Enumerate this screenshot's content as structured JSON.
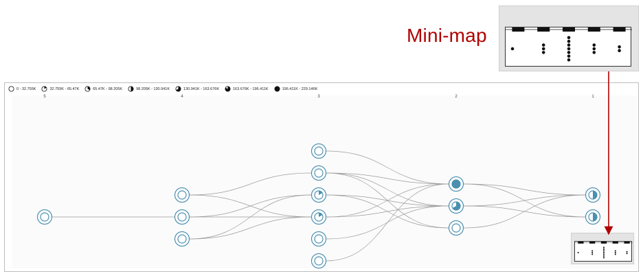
{
  "callout": {
    "title": "Mini-map"
  },
  "legend": [
    {
      "label": "0 - 32.755K",
      "fill": 0
    },
    {
      "label": "32.755K - 65.47K",
      "fill": 0.17
    },
    {
      "label": "65.47K - 98.205K",
      "fill": 0.33
    },
    {
      "label": "98.205K - 130.941K",
      "fill": 0.5
    },
    {
      "label": "130.941K - 163.676K",
      "fill": 0.67
    },
    {
      "label": "163.676K - 196.411K",
      "fill": 0.83
    },
    {
      "label": "196.411K - 229.146K",
      "fill": 1
    }
  ],
  "columns": [
    "5",
    "4",
    "3",
    "2",
    "1"
  ],
  "nodes": [
    {
      "id": "c5n1",
      "col": 0,
      "row": 2,
      "fill": 0
    },
    {
      "id": "c4n1",
      "col": 1,
      "row": 1,
      "fill": 0
    },
    {
      "id": "c4n2",
      "col": 1,
      "row": 2,
      "fill": 0
    },
    {
      "id": "c4n3",
      "col": 1,
      "row": 3,
      "fill": 0
    },
    {
      "id": "c3n1",
      "col": 2,
      "row": -1,
      "fill": 0
    },
    {
      "id": "c3n2",
      "col": 2,
      "row": 0,
      "fill": 0
    },
    {
      "id": "c3n3",
      "col": 2,
      "row": 1,
      "fill": 0.17
    },
    {
      "id": "c3n4",
      "col": 2,
      "row": 2,
      "fill": 0.17
    },
    {
      "id": "c3n5",
      "col": 2,
      "row": 3,
      "fill": 0
    },
    {
      "id": "c3n6",
      "col": 2,
      "row": 4,
      "fill": 0
    },
    {
      "id": "c2n1",
      "col": 3,
      "row": 0.5,
      "fill": 1
    },
    {
      "id": "c2n2",
      "col": 3,
      "row": 1.5,
      "fill": 0.67
    },
    {
      "id": "c2n3",
      "col": 3,
      "row": 2.5,
      "fill": 0
    },
    {
      "id": "c1n1",
      "col": 4,
      "row": 1,
      "fill": 0.5
    },
    {
      "id": "c1n2",
      "col": 4,
      "row": 2,
      "fill": 0.5
    }
  ],
  "edges": [
    [
      "c5n1",
      "c4n2"
    ],
    [
      "c4n1",
      "c3n2"
    ],
    [
      "c4n1",
      "c3n4"
    ],
    [
      "c4n2",
      "c3n3"
    ],
    [
      "c4n2",
      "c3n4"
    ],
    [
      "c4n3",
      "c3n3"
    ],
    [
      "c4n3",
      "c3n4"
    ],
    [
      "c3n1",
      "c2n1"
    ],
    [
      "c3n2",
      "c2n1"
    ],
    [
      "c3n2",
      "c2n2"
    ],
    [
      "c3n2",
      "c2n3"
    ],
    [
      "c3n3",
      "c2n2"
    ],
    [
      "c3n3",
      "c2n3"
    ],
    [
      "c3n4",
      "c2n1"
    ],
    [
      "c3n4",
      "c2n2"
    ],
    [
      "c3n5",
      "c2n2"
    ],
    [
      "c3n6",
      "c2n1"
    ],
    [
      "c2n1",
      "c1n1"
    ],
    [
      "c2n1",
      "c1n2"
    ],
    [
      "c2n2",
      "c1n1"
    ],
    [
      "c2n2",
      "c1n2"
    ],
    [
      "c2n3",
      "c1n1"
    ]
  ],
  "minimap": {
    "columns": [
      1,
      3,
      7,
      3,
      2
    ]
  },
  "colors": {
    "node": "#4a90b0",
    "edge": "#9a9a9a",
    "accent": "#b00000"
  }
}
